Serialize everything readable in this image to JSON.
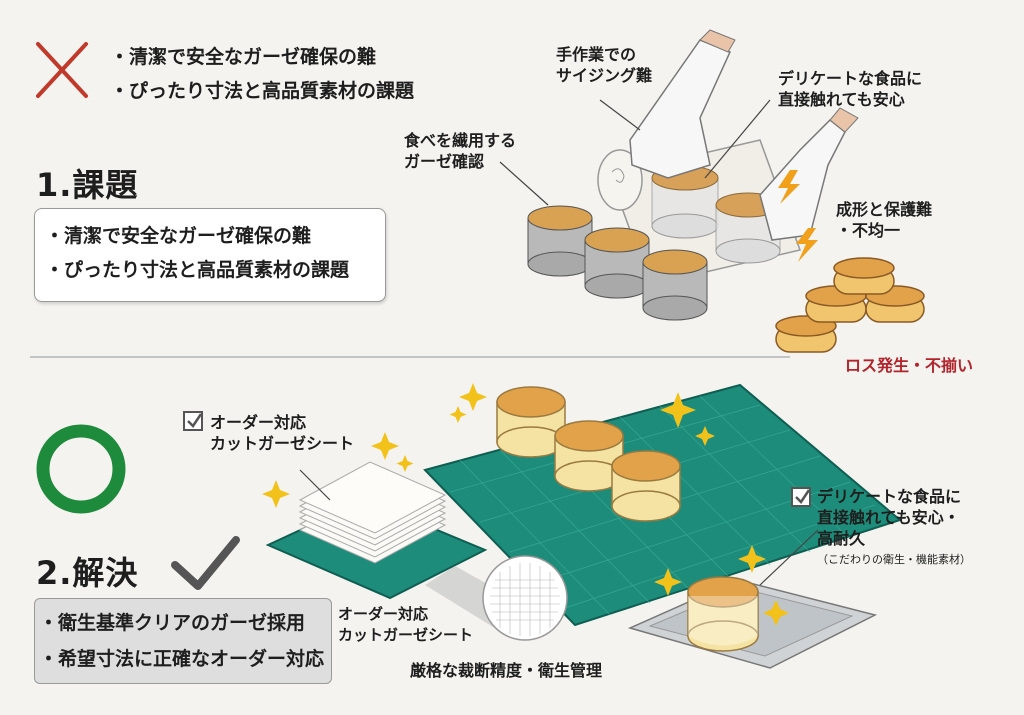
{
  "colors": {
    "problem_red": "#c0392b",
    "solution_green": "#1e8a3c",
    "mat_teal": "#1e8c7a",
    "highlight_red": "#b3232b"
  },
  "problem": {
    "top_bullets": [
      "清潔で安全なガーゼ確保の難",
      "ぴったり寸法と高品質素材の課題"
    ],
    "title": "1.課題",
    "box_bullets": [
      "清潔で安全なガーゼ確保の難",
      "ぴったり寸法と高品質素材の課題"
    ],
    "callouts": {
      "sizing": [
        "手作業での",
        "サイジング難"
      ],
      "delicate": [
        "デリケートな食品に",
        "直接触れても安心"
      ],
      "gauze_check": [
        "食べを繊用する",
        "ガーゼ確認"
      ],
      "forming": [
        "成形と保護難",
        "・不均一"
      ],
      "loss": "ロス発生・不揃い"
    }
  },
  "solution": {
    "title": "2.解決",
    "box_bullets": [
      "衛生基準クリアのガーゼ採用",
      "希望寸法に正確なオーダー対応"
    ],
    "callouts": {
      "order_sheet_top": [
        "オーダー対応",
        "カットガーゼシート"
      ],
      "order_sheet_bottom": [
        "オーダー対応",
        "カットガーゼシート"
      ],
      "precision": "厳格な裁断精度・衛生管理",
      "delicate": [
        "デリケートな食品に",
        "直接触れても安心・",
        "高耐久"
      ],
      "material_note": "（こだわりの衛生・機能素材）"
    }
  }
}
